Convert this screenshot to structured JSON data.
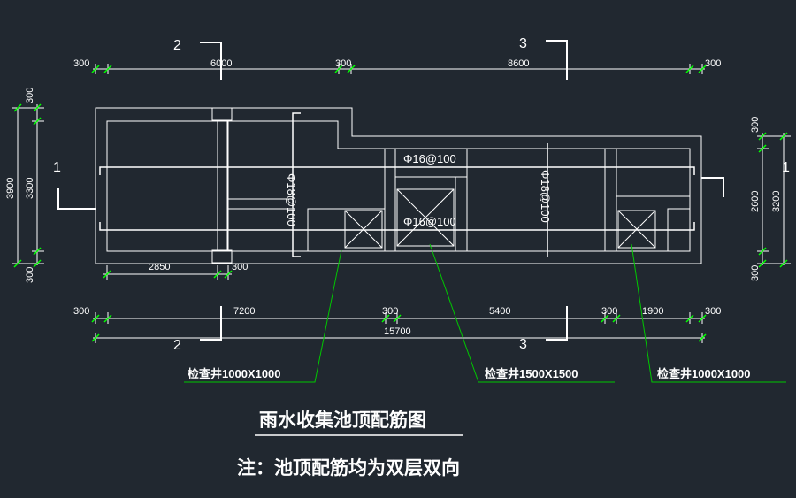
{
  "drawing": {
    "title": "雨水收集池顶配筋图",
    "note": "注：池顶配筋均为双层双向"
  },
  "axes": {
    "axis_2": "2",
    "axis_3": "3",
    "axis_1": "1"
  },
  "top_dims": {
    "d_300_left": "300",
    "d_6000": "6000",
    "d_300_mid": "300",
    "d_8600": "8600",
    "d_300_right": "300"
  },
  "bottom_dims": {
    "d_300_left": "300",
    "d_7200": "7200",
    "d_300_a": "300",
    "d_5400": "5400",
    "d_300_b": "300",
    "d_1900": "1900",
    "d_300_right": "300",
    "d_total": "15700"
  },
  "inner_dims": {
    "d_2850": "2850",
    "d_300": "300"
  },
  "left_dims": {
    "d_300_top": "300",
    "d_3900": "3900",
    "d_3300": "3300",
    "d_300_bottom": "300"
  },
  "right_dims": {
    "d_300_top": "300",
    "d_2600": "2600",
    "d_3200": "3200",
    "d_300_bottom": "300"
  },
  "rebar": {
    "r_top": "Φ16@100",
    "r_mid": "Φ16@100",
    "v_left": "Φ18@100",
    "v_right": "Φ18@100"
  },
  "manholes": {
    "left": "检查井1000X1000",
    "center": "检查井1500X1500",
    "right": "检查井1000X1000"
  },
  "colors": {
    "background": "#212830",
    "lines": "#ffffff",
    "leaders": "#00c800",
    "ticks": "#00ff00"
  }
}
